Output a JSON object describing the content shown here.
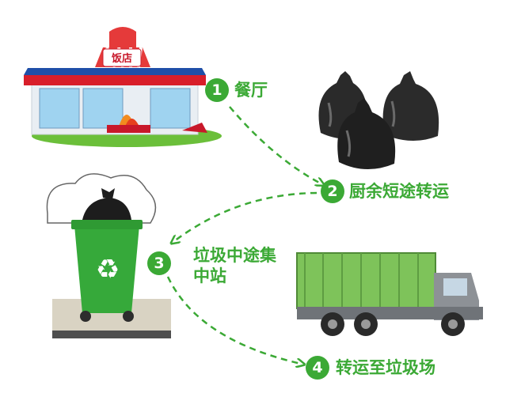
{
  "restaurant_sign": "饭店",
  "steps": [
    {
      "number": "1",
      "label": "餐厅"
    },
    {
      "number": "2",
      "label": "厨余短途转运"
    },
    {
      "number": "3",
      "label": "垃圾中途集中站"
    },
    {
      "number": "4",
      "label": "转运至垃圾场"
    }
  ],
  "colors": {
    "step_green": "#3ba935",
    "bin_green": "#36a93a",
    "truck_green": "#7ec35a",
    "bag_black": "#2a2a2a"
  },
  "icons": [
    "restaurant-icon",
    "garbage-bags-icon",
    "recycle-bin-icon",
    "garbage-truck-icon",
    "recycle-icon"
  ]
}
